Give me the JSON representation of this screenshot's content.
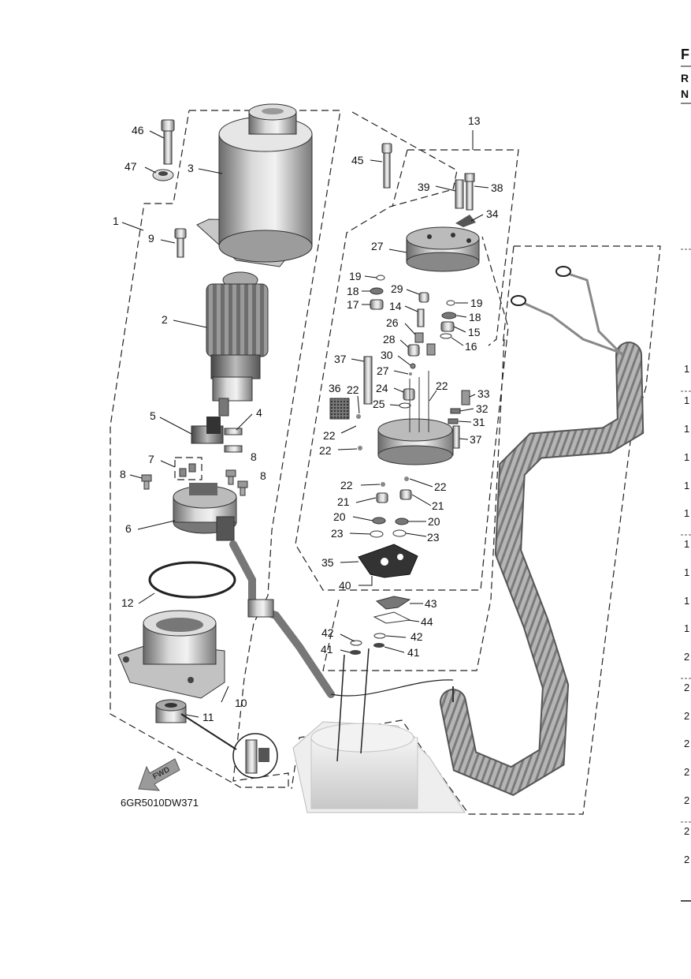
{
  "diagram_code": "6GR5010DW371",
  "fwd_label": "FWD",
  "side_header": [
    "F",
    "R",
    "N"
  ],
  "side_rows": [
    "1",
    "1",
    "1",
    "1",
    "1",
    "1",
    "1",
    "1",
    "1",
    "1",
    "2",
    "2",
    "2",
    "2",
    "2",
    "2",
    "2",
    "2"
  ],
  "callouts": [
    {
      "id": "46",
      "label": "46"
    },
    {
      "id": "47",
      "label": "47"
    },
    {
      "id": "3",
      "label": "3"
    },
    {
      "id": "1",
      "label": "1"
    },
    {
      "id": "9",
      "label": "9"
    },
    {
      "id": "2",
      "label": "2"
    },
    {
      "id": "5",
      "label": "5"
    },
    {
      "id": "4",
      "label": "4"
    },
    {
      "id": "7",
      "label": "7"
    },
    {
      "id": "8a",
      "label": "8"
    },
    {
      "id": "8b",
      "label": "8"
    },
    {
      "id": "8c",
      "label": "8"
    },
    {
      "id": "6",
      "label": "6"
    },
    {
      "id": "12",
      "label": "12"
    },
    {
      "id": "10",
      "label": "10"
    },
    {
      "id": "11",
      "label": "11"
    },
    {
      "id": "13",
      "label": "13"
    },
    {
      "id": "45",
      "label": "45"
    },
    {
      "id": "39",
      "label": "39"
    },
    {
      "id": "38",
      "label": "38"
    },
    {
      "id": "34",
      "label": "34"
    },
    {
      "id": "27a",
      "label": "27"
    },
    {
      "id": "19a",
      "label": "19"
    },
    {
      "id": "18a",
      "label": "18"
    },
    {
      "id": "17",
      "label": "17"
    },
    {
      "id": "29",
      "label": "29"
    },
    {
      "id": "19b",
      "label": "19"
    },
    {
      "id": "14",
      "label": "14"
    },
    {
      "id": "18b",
      "label": "18"
    },
    {
      "id": "26",
      "label": "26"
    },
    {
      "id": "15",
      "label": "15"
    },
    {
      "id": "16",
      "label": "16"
    },
    {
      "id": "28",
      "label": "28"
    },
    {
      "id": "30",
      "label": "30"
    },
    {
      "id": "37a",
      "label": "37"
    },
    {
      "id": "27b",
      "label": "27"
    },
    {
      "id": "36",
      "label": "36"
    },
    {
      "id": "22a",
      "label": "22"
    },
    {
      "id": "24",
      "label": "24"
    },
    {
      "id": "22b",
      "label": "22"
    },
    {
      "id": "33",
      "label": "33"
    },
    {
      "id": "25",
      "label": "25"
    },
    {
      "id": "32",
      "label": "32"
    },
    {
      "id": "31",
      "label": "31"
    },
    {
      "id": "22c",
      "label": "22"
    },
    {
      "id": "37b",
      "label": "37"
    },
    {
      "id": "22d",
      "label": "22"
    },
    {
      "id": "22e",
      "label": "22"
    },
    {
      "id": "22f",
      "label": "22"
    },
    {
      "id": "21a",
      "label": "21"
    },
    {
      "id": "21b",
      "label": "21"
    },
    {
      "id": "20a",
      "label": "20"
    },
    {
      "id": "20b",
      "label": "20"
    },
    {
      "id": "23a",
      "label": "23"
    },
    {
      "id": "23b",
      "label": "23"
    },
    {
      "id": "35",
      "label": "35"
    },
    {
      "id": "40",
      "label": "40"
    },
    {
      "id": "43",
      "label": "43"
    },
    {
      "id": "44",
      "label": "44"
    },
    {
      "id": "42a",
      "label": "42"
    },
    {
      "id": "42b",
      "label": "42"
    },
    {
      "id": "41a",
      "label": "41"
    },
    {
      "id": "41b",
      "label": "41"
    }
  ]
}
